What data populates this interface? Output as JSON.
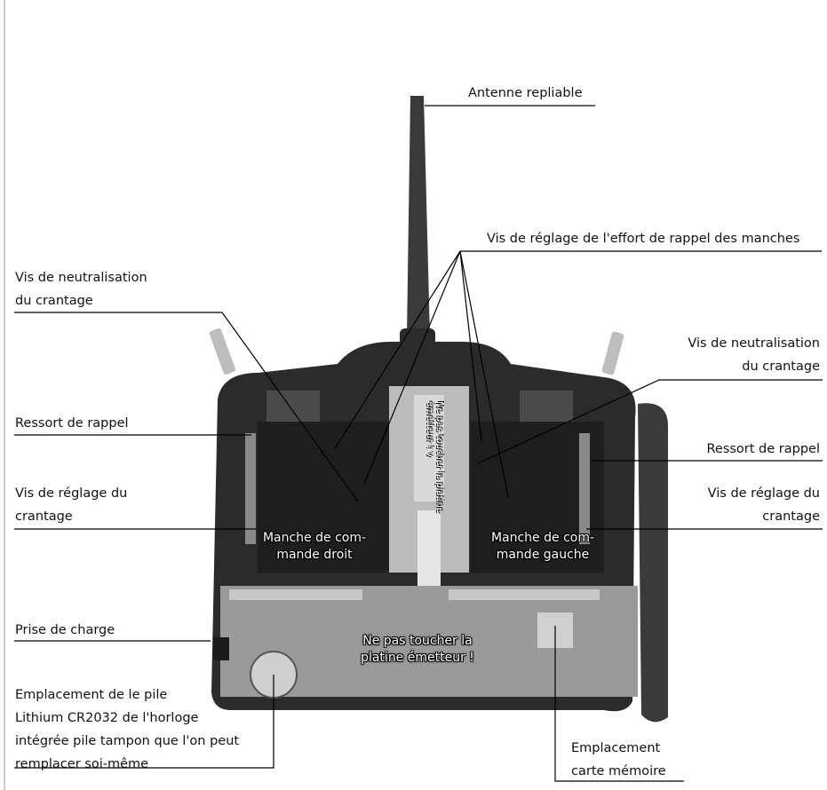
{
  "labels": {
    "antenne": "Antenne repliable",
    "vis_effort": "Vis de réglage de l'effort de rappel des manches",
    "vis_neutral_left": [
      "Vis de neutralisation",
      "du crantage"
    ],
    "vis_neutral_right": [
      "Vis de neutralisation",
      "du crantage"
    ],
    "ressort_left": "Ressort de rappel",
    "ressort_right": "Ressort de rappel",
    "vis_crantage_left": [
      "Vis de réglage du",
      "crantage"
    ],
    "vis_crantage_right": [
      "Vis de réglage du",
      "crantage"
    ],
    "prise_charge": "Prise de charge",
    "pile": [
      "Emplacement de le pile",
      "Lithium CR2032 de l'horloge",
      "intégrée pile tampon que l'on peut",
      "remplacer soi-même"
    ],
    "carte": [
      "Emplacement",
      "carte mémoire"
    ]
  },
  "photo_labels": {
    "manche_droit": [
      "Manche de com-",
      "mande droit"
    ],
    "manche_gauche": [
      "Manche de com-",
      "mande gauche"
    ],
    "platine": [
      "Ne pas toucher la",
      "platine émetteur !"
    ],
    "platine_vertical": [
      "Ne pas toucher la platine",
      "émetteur ! v"
    ]
  },
  "colors": {
    "leader_line": "#000000",
    "housing": "#2b2b2b",
    "board": "#9a9a9a"
  }
}
